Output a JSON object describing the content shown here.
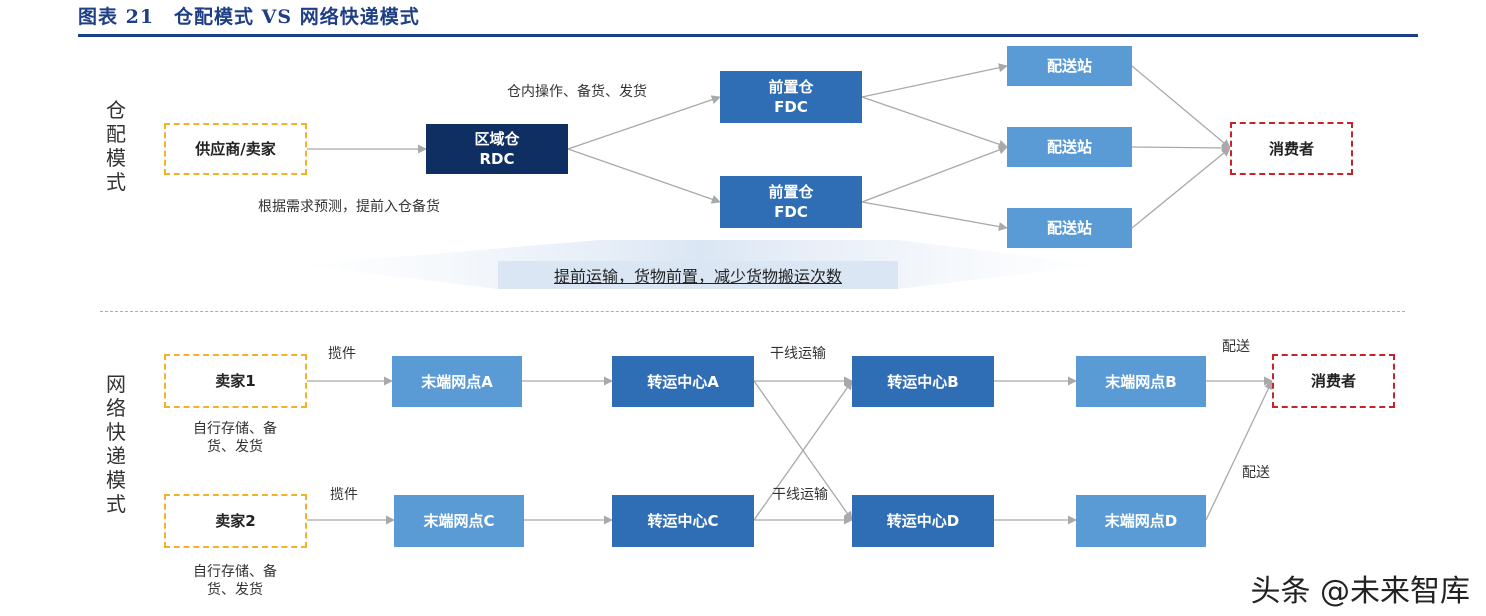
{
  "title": "图表 21　仓配模式 VS 网络快递模式",
  "warehouse": {
    "side_label": [
      "仓",
      "配",
      "模",
      "式"
    ],
    "supplier": "供应商/卖家",
    "rdc": [
      "区域仓",
      "RDC"
    ],
    "fdc": [
      "前置仓",
      "FDC"
    ],
    "station": "配送站",
    "consumer": "消费者",
    "label_ops": "仓内操作、备货、发货",
    "label_forecast": "根据需求预测，提前入仓备货",
    "banner": "提前运输，货物前置，减少货物搬运次数"
  },
  "express": {
    "side_label": [
      "网",
      "络",
      "快",
      "递",
      "模",
      "式"
    ],
    "seller1": "卖家1",
    "seller2": "卖家2",
    "node_a": "末端网点A",
    "node_b": "末端网点B",
    "node_c": "末端网点C",
    "node_d": "末端网点D",
    "hub_a": "转运中心A",
    "hub_b": "转运中心B",
    "hub_c": "转运中心C",
    "hub_d": "转运中心D",
    "consumer": "消费者",
    "pickup": "揽件",
    "trunk": "干线运输",
    "deliver": "配送",
    "self_store": [
      "自行存储、备",
      "货、发货"
    ]
  },
  "watermark": "头条 @未来智库",
  "colors": {
    "title": "#1f3f85",
    "dark_box": "#0f2f63",
    "mid_box": "#2f6db5",
    "light_box": "#5b9bd5",
    "supplier_border": "#f5b224",
    "consumer_border": "#c8222a"
  }
}
